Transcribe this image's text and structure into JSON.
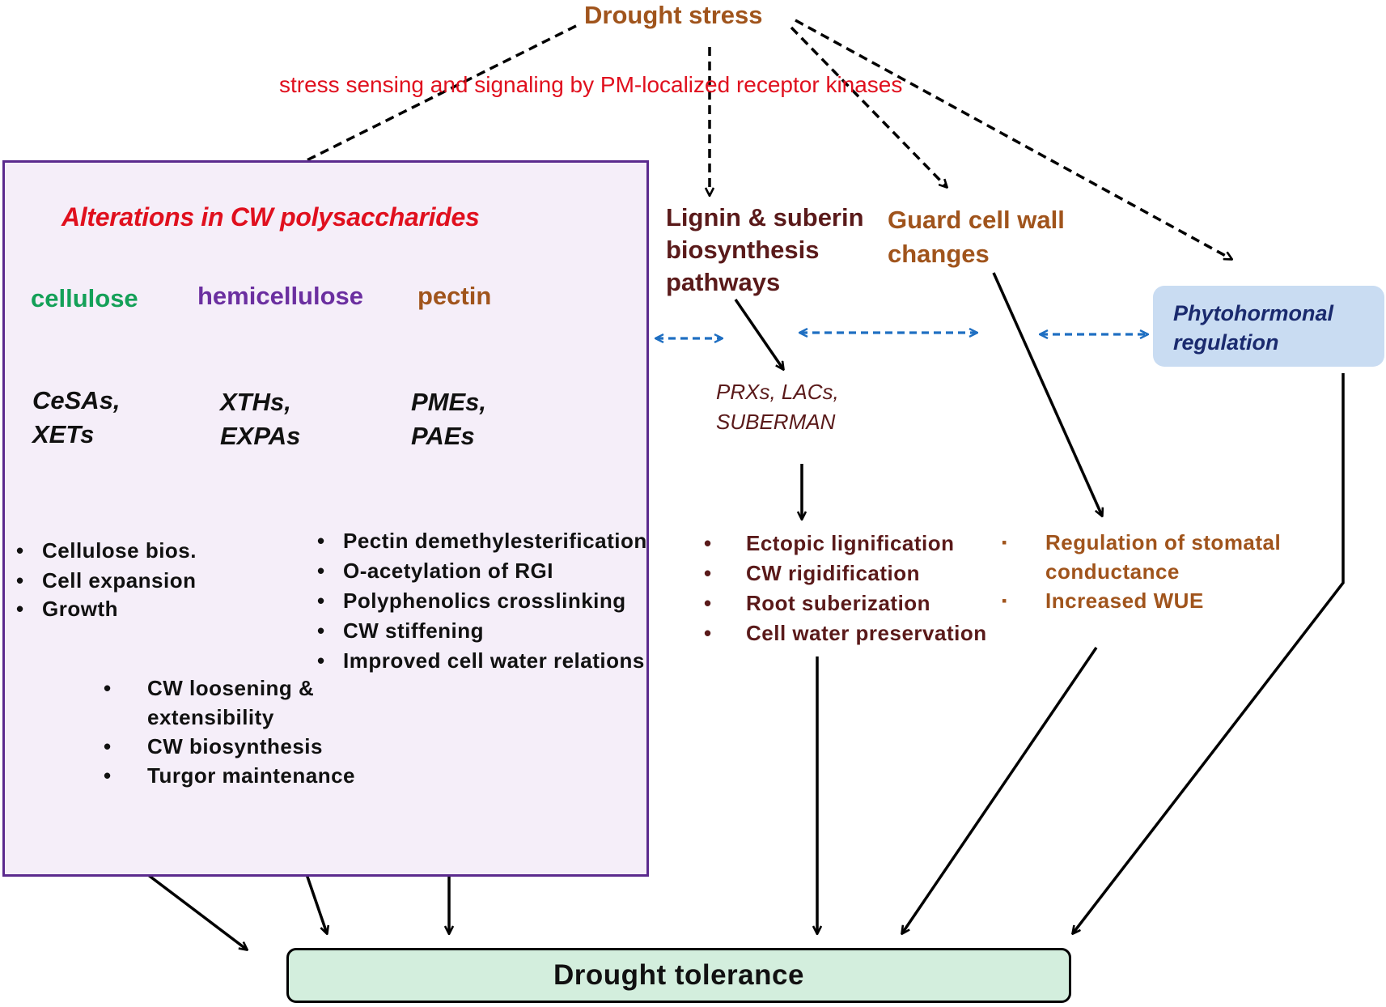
{
  "top": {
    "title": "Drought stress",
    "signaling": "stress sensing and signaling by PM-localized receptor kinases"
  },
  "cw_box": {
    "heading": "Alterations in CW polysaccharides",
    "cellulose": {
      "label": "cellulose",
      "enzymes": [
        "CeSAs,",
        "XETs"
      ],
      "effects": [
        "Cellulose  bios.",
        "Cell expansion",
        "Growth"
      ]
    },
    "hemicellulose": {
      "label": "hemicellulose",
      "enzymes": [
        "XTHs,",
        "EXPAs"
      ],
      "effects": [
        "CW loosening  &",
        "extensibility",
        "CW biosynthesis",
        "Turgor  maintenance"
      ]
    },
    "pectin": {
      "label": "pectin",
      "enzymes": [
        "PMEs,",
        "PAEs"
      ],
      "effects": [
        "Pectin  demethylesterification",
        "O-acetylation  of RGI",
        "Polyphenolics  crosslinking",
        "CW stiffening",
        "Improved  cell  water  relations"
      ]
    }
  },
  "lignin": {
    "title": [
      "Lignin & suberin",
      "biosynthesis",
      "pathways"
    ],
    "enzymes": [
      "PRXs,  LACs,",
      "SUBERMAN"
    ],
    "effects": [
      "Ectopic  lignification",
      "CW rigidification",
      "Root  suberization",
      "Cell  water  preservation"
    ]
  },
  "guard": {
    "title": [
      "Guard cell wall",
      "changes"
    ],
    "effects": [
      "Regulation  of  stomatal",
      "conductance",
      "Increased  WUE"
    ]
  },
  "phyto": {
    "label": [
      "Phytohormonal",
      "regulation"
    ]
  },
  "bottom": {
    "label": "Drought tolerance"
  },
  "symbols": {
    "round_bullet": "•",
    "square_bullet": "▪"
  },
  "colors": {
    "cw_box_border": "#5b2a8e",
    "cw_box_fill": "#f5eef9",
    "heading_red": "#e0101e",
    "cellulose_green": "#14a058",
    "hemicellulose_purple": "#6b2fa0",
    "pectin_brown": "#a0541c",
    "phyto_fill": "#c9dcf2",
    "phyto_text": "#1a2a6e",
    "dt_fill": "#d3eedd",
    "dashed_blue": "#1f6fc2"
  }
}
